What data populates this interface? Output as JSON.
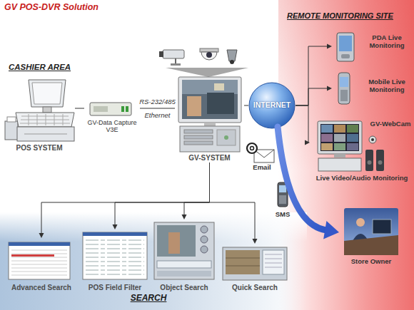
{
  "diagram": {
    "title": "GV POS-DVR Solution",
    "nodes": [
      {
        "text": [
          "REMOTE MONITORING SITE"
        ]
      },
      {
        "text": [
          "PDA Live Monitoring"
        ],
        "in": 0
      },
      {
        "text": [
          "Mobile Live Monitoring"
        ],
        "in": 0
      },
      {
        "text": [
          "GV-WebCam",
          "Live Video/Audio Monitoring"
        ],
        "in": 0
      },
      {
        "text": [
          "Store Owner"
        ],
        "in": 0
      },
      {
        "text": [
          "POS SYSTEM"
        ]
      },
      {
        "text": [
          "GV-Data Capture V3E"
        ]
      },
      {
        "text": [
          "GV-SYSTEM"
        ]
      },
      {
        "text": [
          "INTERNET"
        ]
      },
      {
        "text": [
          "Email"
        ]
      },
      {
        "text": [
          "SMS"
        ]
      },
      {
        "text": [
          "SEARCH"
        ]
      },
      {
        "text": [
          "Advanced Search"
        ],
        "in": 11
      },
      {
        "text": [
          "POS Field Filter"
        ],
        "in": 11
      },
      {
        "text": [
          "Object Search"
        ],
        "in": 11
      },
      {
        "text": [
          "Quick Search"
        ],
        "in": 11
      }
    ],
    "edges": [
      {
        "from": 5,
        "to": 6,
        "arrow": "none"
      },
      {
        "from": 6,
        "to": 7,
        "label": "RS-232/485 Ethernet",
        "arrow": "none"
      },
      {
        "from": 7,
        "to": 8,
        "arrow": "none"
      },
      {
        "from": 8,
        "to": 1,
        "arrow": "to"
      },
      {
        "from": 8,
        "to": 2,
        "arrow": "to"
      },
      {
        "from": 8,
        "to": 3,
        "arrow": "to"
      },
      {
        "from": 8,
        "to": 4,
        "arrow": "to"
      },
      {
        "from": 7,
        "to": 12,
        "arrow": "to"
      },
      {
        "from": 7,
        "to": 13,
        "arrow": "to"
      },
      {
        "from": 7,
        "to": 14,
        "arrow": "to"
      },
      {
        "from": 7,
        "to": 15,
        "arrow": "to"
      }
    ],
    "labels": [
      "CASHIER AREA"
    ]
  }
}
